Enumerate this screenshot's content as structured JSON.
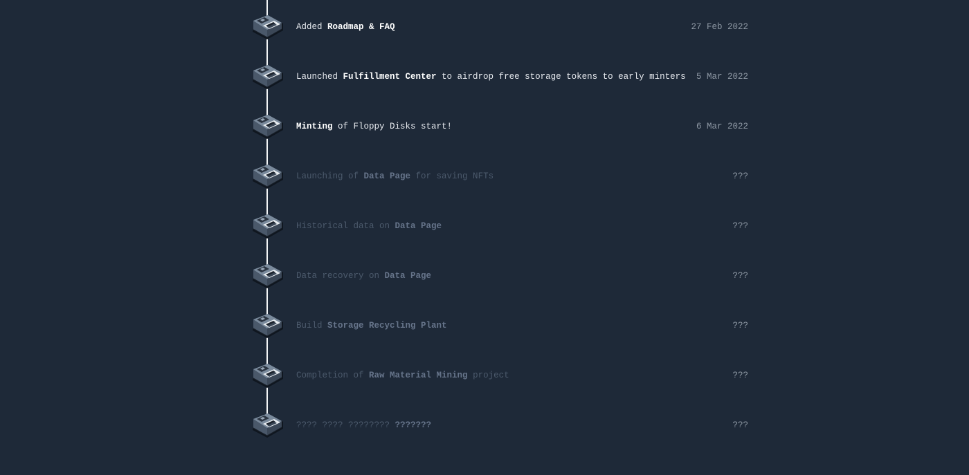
{
  "colors": {
    "background": "#1e2938",
    "rail": "#f2f4f6",
    "done_text": "#e6e9ee",
    "pending_text": "#4c5a6c",
    "date_text": "#8d97a3"
  },
  "timeline": {
    "icon": "floppy-disk-icon",
    "items": [
      {
        "status": "done",
        "parts": [
          "Added ",
          "Roadmap & FAQ",
          "",
          "",
          ""
        ],
        "date": "27 Feb 2022"
      },
      {
        "status": "done",
        "parts": [
          "Launched ",
          "Fulfillment Center",
          " to airdrop free storage tokens to early minters",
          "",
          ""
        ],
        "date": "5 Mar 2022"
      },
      {
        "status": "done",
        "parts": [
          "",
          "Minting",
          " of Floppy Disks start!",
          "",
          ""
        ],
        "date": "6 Mar 2022"
      },
      {
        "status": "pending",
        "parts": [
          "Launching of ",
          "Data Page",
          " for saving NFTs",
          "",
          ""
        ],
        "date": "???"
      },
      {
        "status": "pending",
        "parts": [
          "Historical data on ",
          "Data Page",
          "",
          "",
          ""
        ],
        "date": "???"
      },
      {
        "status": "pending",
        "parts": [
          "Data recovery on ",
          "Data Page",
          "",
          "",
          ""
        ],
        "date": "???"
      },
      {
        "status": "pending",
        "parts": [
          "Build ",
          "Storage Recycling Plant",
          "",
          "",
          ""
        ],
        "date": "???"
      },
      {
        "status": "pending",
        "parts": [
          "Completion of ",
          "Raw Material Mining",
          " project",
          "",
          ""
        ],
        "date": "???"
      },
      {
        "status": "pending",
        "parts": [
          "???? ???? ???????? ",
          "???????",
          "",
          "",
          ""
        ],
        "date": "???"
      }
    ]
  }
}
